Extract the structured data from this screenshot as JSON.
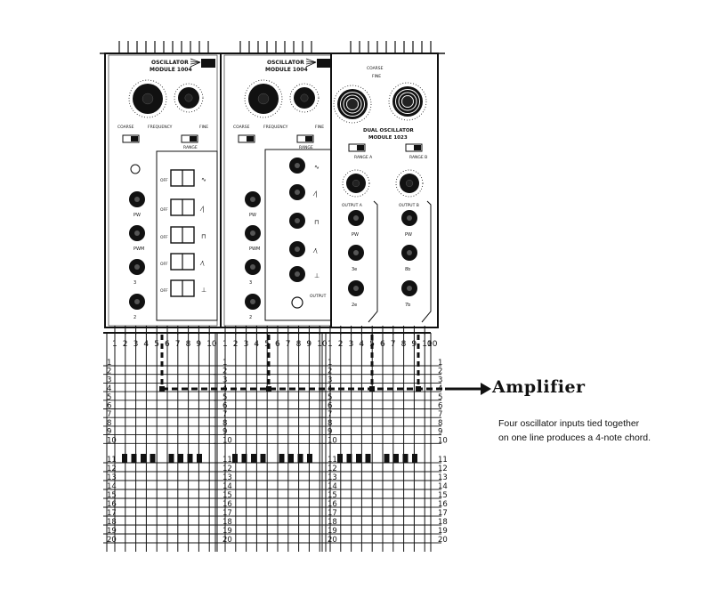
{
  "modules": [
    {
      "title_line1": "OSCILLATOR",
      "title_line2": "MODULE 1004",
      "coarse_label": "COARSE",
      "frequency_label": "FREQUENCY",
      "fine_label": "FINE",
      "range_label": "RANGE",
      "off_label": "OFF",
      "side_jacks": [
        {
          "label": "PW"
        },
        {
          "label": "PWM"
        },
        {
          "label": "3"
        },
        {
          "label": "2"
        }
      ],
      "wave_labels": [
        "∿",
        "⁄|",
        "⊓",
        "⁄\\",
        "⊥"
      ]
    },
    {
      "title_line1": "OSCILLATOR",
      "title_line2": "MODULE 1004",
      "coarse_label": "COARSE",
      "frequency_label": "FREQUENCY",
      "fine_label": "FINE",
      "range_label": "RANGE",
      "output_label": "OUTPUT",
      "side_jacks": [
        {
          "label": "PW"
        },
        {
          "label": "PWM"
        },
        {
          "label": "3"
        },
        {
          "label": "2"
        }
      ],
      "wave_labels": [
        "∿",
        "⁄|",
        "⊓",
        "⁄\\",
        "⊥"
      ]
    },
    {
      "title_line1": "DUAL OSCILLATOR",
      "title_line2": "MODULE 1023",
      "coarse_label": "COARSE",
      "fine_label": "FINE",
      "range_a_label": "RANGE A",
      "range_b_label": "RANGE B",
      "output_a_label": "OUTPUT A",
      "output_b_label": "OUTPUT B",
      "a_jacks": [
        "PW",
        "3e",
        "2e"
      ],
      "b_jacks": [
        "PW",
        "8b",
        "7b"
      ]
    }
  ],
  "matrix": {
    "column_labels": [
      "1",
      "2",
      "3",
      "4",
      "5",
      "6",
      "7",
      "8",
      "9",
      "10"
    ],
    "row_labels": [
      "1",
      "2",
      "3",
      "4",
      "5",
      "6",
      "7",
      "8",
      "9",
      "10",
      "11",
      "12",
      "13",
      "14",
      "15",
      "16",
      "17",
      "18",
      "19",
      "20"
    ]
  },
  "amplifier_label": "Amplifier",
  "caption": {
    "line1": "Four oscillator inputs tied together",
    "line2": "on one line produces a 4-note chord."
  }
}
